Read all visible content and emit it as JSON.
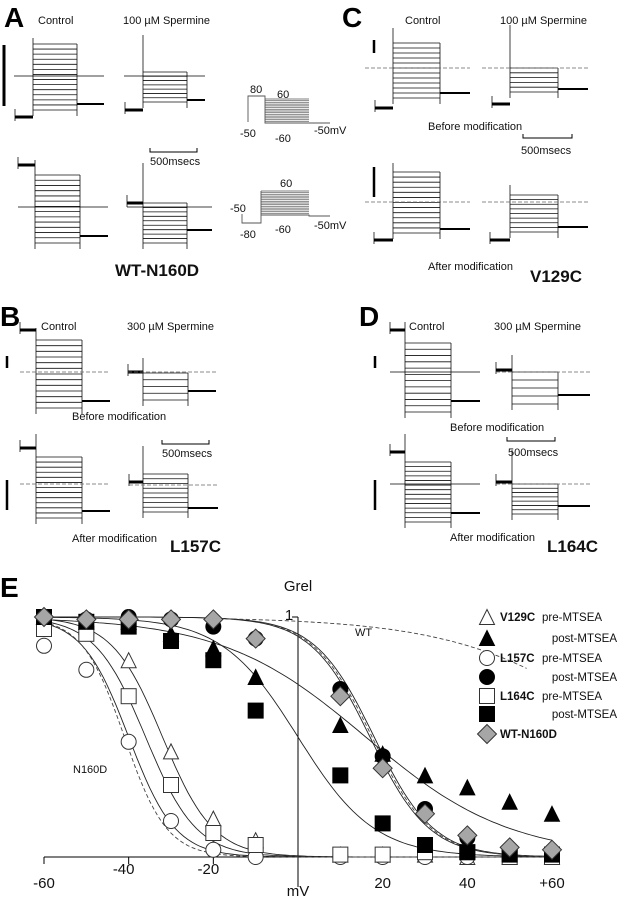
{
  "panels": {
    "A": {
      "letter": "A",
      "control": "Control",
      "drug": "100 µM Spermine",
      "time_scale": "500msecs",
      "mutant": "WT-N160D",
      "protocol_top": {
        "prepulse": "80",
        "max": "60",
        "hold": "-50",
        "min": "-60",
        "end": "-50mV"
      },
      "protocol_bottom": {
        "hold": "-50",
        "prepulse": "-80",
        "max": "60",
        "min": "-60",
        "end": "-50mV"
      }
    },
    "B": {
      "letter": "B",
      "control": "Control",
      "drug": "300 µM Spermine",
      "before": "Before modification",
      "after": "After  modification",
      "time_scale": "500msecs",
      "mutant": "L157C"
    },
    "C": {
      "letter": "C",
      "control": "Control",
      "drug": "100 µM Spermine",
      "before": "Before modification",
      "after": "After  modification",
      "time_scale": "500msecs",
      "mutant": "V129C"
    },
    "D": {
      "letter": "D",
      "control": "Control",
      "drug": "300 µM Spermine",
      "before": "Before modification",
      "after": "After  modification",
      "time_scale": "500msecs",
      "mutant": "L164C"
    },
    "E": {
      "letter": "E"
    }
  },
  "chart_data": {
    "type": "scatter",
    "title": "",
    "xlabel": "mV",
    "ylabel": "Grel",
    "y_tick_label": "1",
    "xlim": [
      -60,
      60
    ],
    "ylim": [
      0,
      1
    ],
    "x_tick_labels": [
      "-60",
      "-40",
      "-20",
      "20",
      "40",
      "+60"
    ],
    "x_tick_values": [
      -60,
      -40,
      -20,
      20,
      40,
      60
    ],
    "grid": false,
    "legend_position": "right",
    "annotations": [
      "WT",
      "N160D"
    ],
    "x": [
      -60,
      -50,
      -40,
      -30,
      -20,
      -10,
      10,
      20,
      30,
      40,
      50,
      60
    ],
    "series": [
      {
        "name": "V129C pre-MTSEA",
        "mutant": "V129C",
        "label": "pre-MTSEA",
        "marker": "triangle",
        "fill": "#ffffff",
        "values": [
          1.0,
          0.96,
          0.82,
          0.44,
          0.16,
          0.07,
          0.01,
          0.01,
          0.01,
          0.0,
          0.0,
          0.0
        ]
      },
      {
        "name": "V129C post-MTSEA",
        "mutant": "",
        "label": "post-MTSEA",
        "marker": "triangle",
        "fill": "#000000",
        "values": [
          1.0,
          0.98,
          0.98,
          0.93,
          0.87,
          0.75,
          0.55,
          0.43,
          0.34,
          0.29,
          0.23,
          0.18
        ]
      },
      {
        "name": "L157C pre-MTSEA",
        "mutant": "L157C",
        "label": "pre-MTSEA",
        "marker": "circle",
        "fill": "#ffffff",
        "values": [
          0.88,
          0.78,
          0.48,
          0.15,
          0.03,
          0.0,
          0.0,
          0.0,
          0.0,
          0.0,
          0.0,
          0.0
        ]
      },
      {
        "name": "L157C post-MTSEA",
        "mutant": "",
        "label": "post-MTSEA",
        "marker": "circle",
        "fill": "#000000",
        "values": [
          0.99,
          0.99,
          1.0,
          0.99,
          0.96,
          0.91,
          0.7,
          0.42,
          0.2,
          0.08,
          0.03,
          0.02
        ]
      },
      {
        "name": "L164C pre-MTSEA",
        "mutant": "L164C",
        "label": "pre-MTSEA",
        "marker": "square",
        "fill": "#ffffff",
        "values": [
          0.95,
          0.93,
          0.67,
          0.3,
          0.1,
          0.05,
          0.01,
          0.01,
          0.02,
          0.02,
          0.0,
          0.0
        ]
      },
      {
        "name": "L164C post-MTSEA",
        "mutant": "",
        "label": "post-MTSEA",
        "marker": "square",
        "fill": "#000000",
        "values": [
          1.0,
          0.98,
          0.96,
          0.9,
          0.82,
          0.61,
          0.34,
          0.14,
          0.05,
          0.02,
          0.01,
          0.01
        ]
      },
      {
        "name": "WT-N160D",
        "mutant": "WT-N160D",
        "label": "",
        "marker": "diamond",
        "fill": "#a6a6a6",
        "values": [
          1.0,
          0.99,
          0.99,
          0.99,
          0.99,
          0.91,
          0.67,
          0.37,
          0.18,
          0.09,
          0.04,
          0.03
        ]
      }
    ]
  }
}
